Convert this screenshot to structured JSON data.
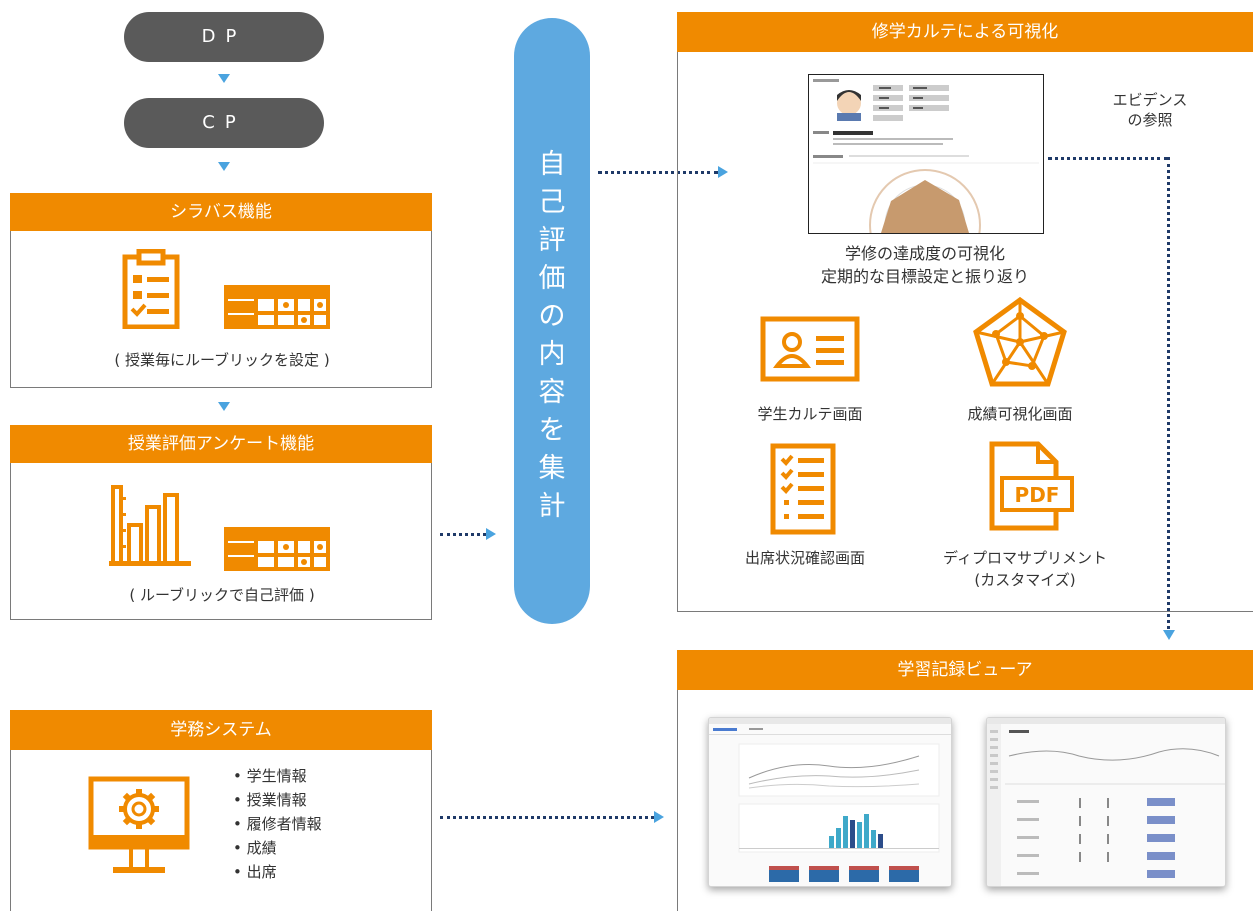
{
  "left_flow": {
    "dp_label": "DP",
    "cp_label": "CP",
    "syllabus": {
      "title": "シラバス機能",
      "caption": "( 授業毎にルーブリックを設定 )"
    },
    "survey": {
      "title": "授業評価アンケート機能",
      "caption": "( ルーブリックで自己評価 )"
    }
  },
  "aggregate_column": {
    "text": [
      "自",
      "己",
      "評",
      "価",
      "の",
      "内",
      "容",
      "を",
      "集",
      "計"
    ]
  },
  "karte": {
    "title": "修学カルテによる可視化",
    "evidence_note": [
      "エビデンス",
      "の参照"
    ],
    "visualization_caption": [
      "学修の達成度の可視化",
      "定期的な目標設定と振り返り"
    ],
    "screens": [
      {
        "label": "学生カルテ画面",
        "icon": "student-card-icon"
      },
      {
        "label": "成績可視化画面",
        "icon": "radar-chart-icon"
      },
      {
        "label": "出席状況確認画面",
        "icon": "checklist-icon"
      },
      {
        "label": "ディプロマサプリメント",
        "label2": "(カスタマイズ)",
        "icon": "pdf-document-icon"
      }
    ]
  },
  "academic_system": {
    "title": "学務システム",
    "items": [
      "学生情報",
      "授業情報",
      "履修者情報",
      "成績",
      "出席"
    ]
  },
  "viewer": {
    "title": "学習記録ビューア"
  },
  "colors": {
    "orange": "#f08a00",
    "blue": "#5ea9e0",
    "gray": "#5a5a5a",
    "dotted": "#1f3a68"
  }
}
